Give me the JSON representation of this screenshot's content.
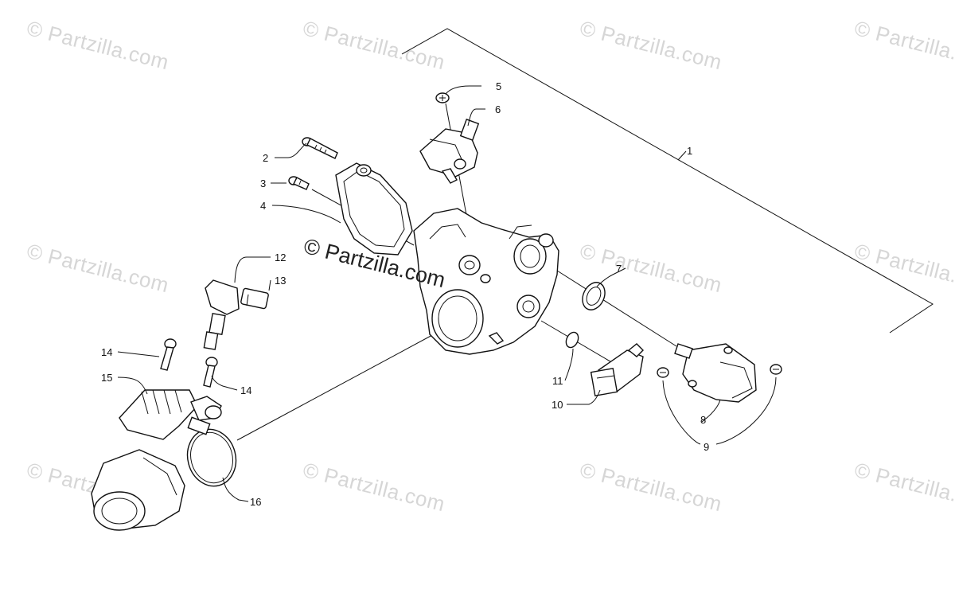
{
  "watermark": {
    "text": "© Partzilla.com",
    "center_text": "© Partzilla.com"
  },
  "callouts": {
    "c1": "1",
    "c2": "2",
    "c3": "3",
    "c4": "4",
    "c5": "5",
    "c6": "6",
    "c7": "7",
    "c8": "8",
    "c9": "9",
    "c10": "10",
    "c11": "11",
    "c12": "12",
    "c13": "13",
    "c14a": "14",
    "c14b": "14",
    "c15": "15",
    "c16": "16"
  },
  "colors": {
    "line": "#111111",
    "watermark": "#d6d6d6",
    "background": "#ffffff"
  }
}
